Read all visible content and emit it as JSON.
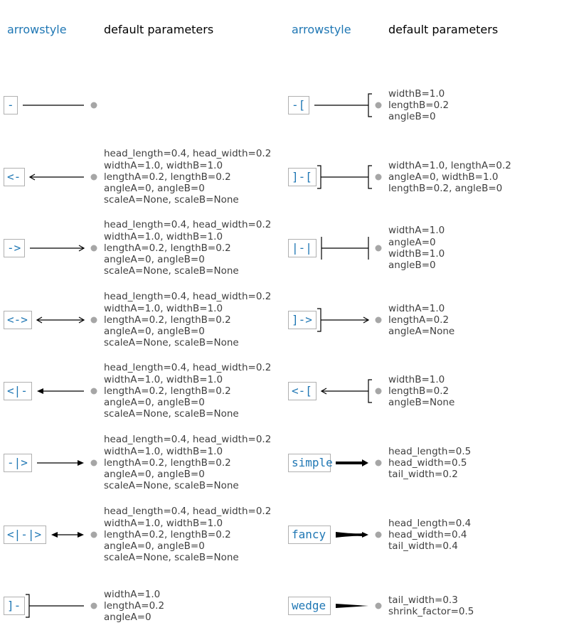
{
  "headers": {
    "left_style": "arrowstyle",
    "left_params": "default parameters",
    "right_style": "arrowstyle",
    "right_params": "default parameters"
  },
  "colors": {
    "label": "#1f77b4",
    "box_border": "#b0b0b0",
    "dot": "#a6a6a6",
    "arrow": "#000000",
    "params_text": "#3f3f3f"
  },
  "left_column": [
    {
      "style": "-",
      "params": []
    },
    {
      "style": "<-",
      "params": [
        "head_length=0.4, head_width=0.2",
        "widthA=1.0, widthB=1.0",
        "lengthA=0.2, lengthB=0.2",
        "angleA=0, angleB=0",
        "scaleA=None, scaleB=None"
      ]
    },
    {
      "style": "->",
      "params": [
        "head_length=0.4, head_width=0.2",
        "widthA=1.0, widthB=1.0",
        "lengthA=0.2, lengthB=0.2",
        "angleA=0, angleB=0",
        "scaleA=None, scaleB=None"
      ]
    },
    {
      "style": "<->",
      "params": [
        "head_length=0.4, head_width=0.2",
        "widthA=1.0, widthB=1.0",
        "lengthA=0.2, lengthB=0.2",
        "angleA=0, angleB=0",
        "scaleA=None, scaleB=None"
      ]
    },
    {
      "style": "<|-",
      "params": [
        "head_length=0.4, head_width=0.2",
        "widthA=1.0, widthB=1.0",
        "lengthA=0.2, lengthB=0.2",
        "angleA=0, angleB=0",
        "scaleA=None, scaleB=None"
      ]
    },
    {
      "style": "-|>",
      "params": [
        "head_length=0.4, head_width=0.2",
        "widthA=1.0, widthB=1.0",
        "lengthA=0.2, lengthB=0.2",
        "angleA=0, angleB=0",
        "scaleA=None, scaleB=None"
      ]
    },
    {
      "style": "<|-|>",
      "params": [
        "head_length=0.4, head_width=0.2",
        "widthA=1.0, widthB=1.0",
        "lengthA=0.2, lengthB=0.2",
        "angleA=0, angleB=0",
        "scaleA=None, scaleB=None"
      ]
    },
    {
      "style": "]-",
      "params": [
        "widthA=1.0",
        "lengthA=0.2",
        "angleA=0"
      ]
    }
  ],
  "right_column": [
    {
      "style": "-[",
      "params": [
        "widthB=1.0",
        "lengthB=0.2",
        "angleB=0"
      ]
    },
    {
      "style": "]-[",
      "params": [
        "widthA=1.0, lengthA=0.2",
        "angleA=0, widthB=1.0",
        "lengthB=0.2, angleB=0"
      ]
    },
    {
      "style": "|-|",
      "params": [
        "widthA=1.0",
        "angleA=0",
        "widthB=1.0",
        "angleB=0"
      ]
    },
    {
      "style": "]->",
      "params": [
        "widthA=1.0",
        "lengthA=0.2",
        "angleA=None"
      ]
    },
    {
      "style": "<-[",
      "params": [
        "widthB=1.0",
        "lengthB=0.2",
        "angleB=None"
      ]
    },
    {
      "style": "simple",
      "params": [
        "head_length=0.5",
        "head_width=0.5",
        "tail_width=0.2"
      ]
    },
    {
      "style": "fancy",
      "params": [
        "head_length=0.4",
        "head_width=0.4",
        "tail_width=0.4"
      ]
    },
    {
      "style": "wedge",
      "params": [
        "tail_width=0.3",
        "shrink_factor=0.5"
      ]
    }
  ]
}
